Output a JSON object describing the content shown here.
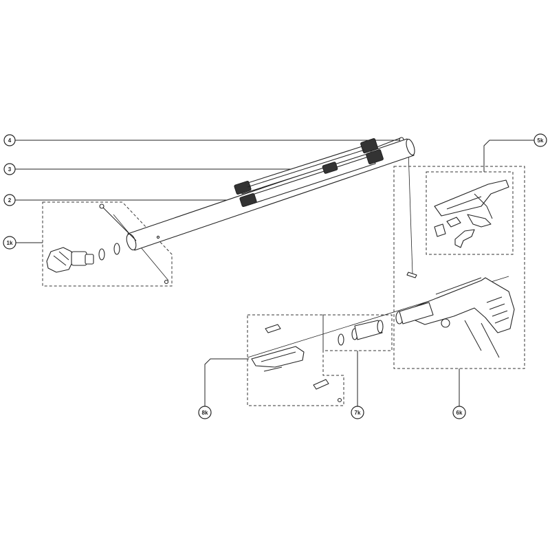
{
  "callouts": {
    "c4": "4",
    "c3": "3",
    "c2": "2",
    "c1k": "1k",
    "c5k": "5k",
    "c6k": "6k",
    "c7k": "7k",
    "c8k": "8k"
  },
  "colors": {
    "line": "#222222",
    "fill": "#ffffff",
    "dark": "#333333"
  }
}
